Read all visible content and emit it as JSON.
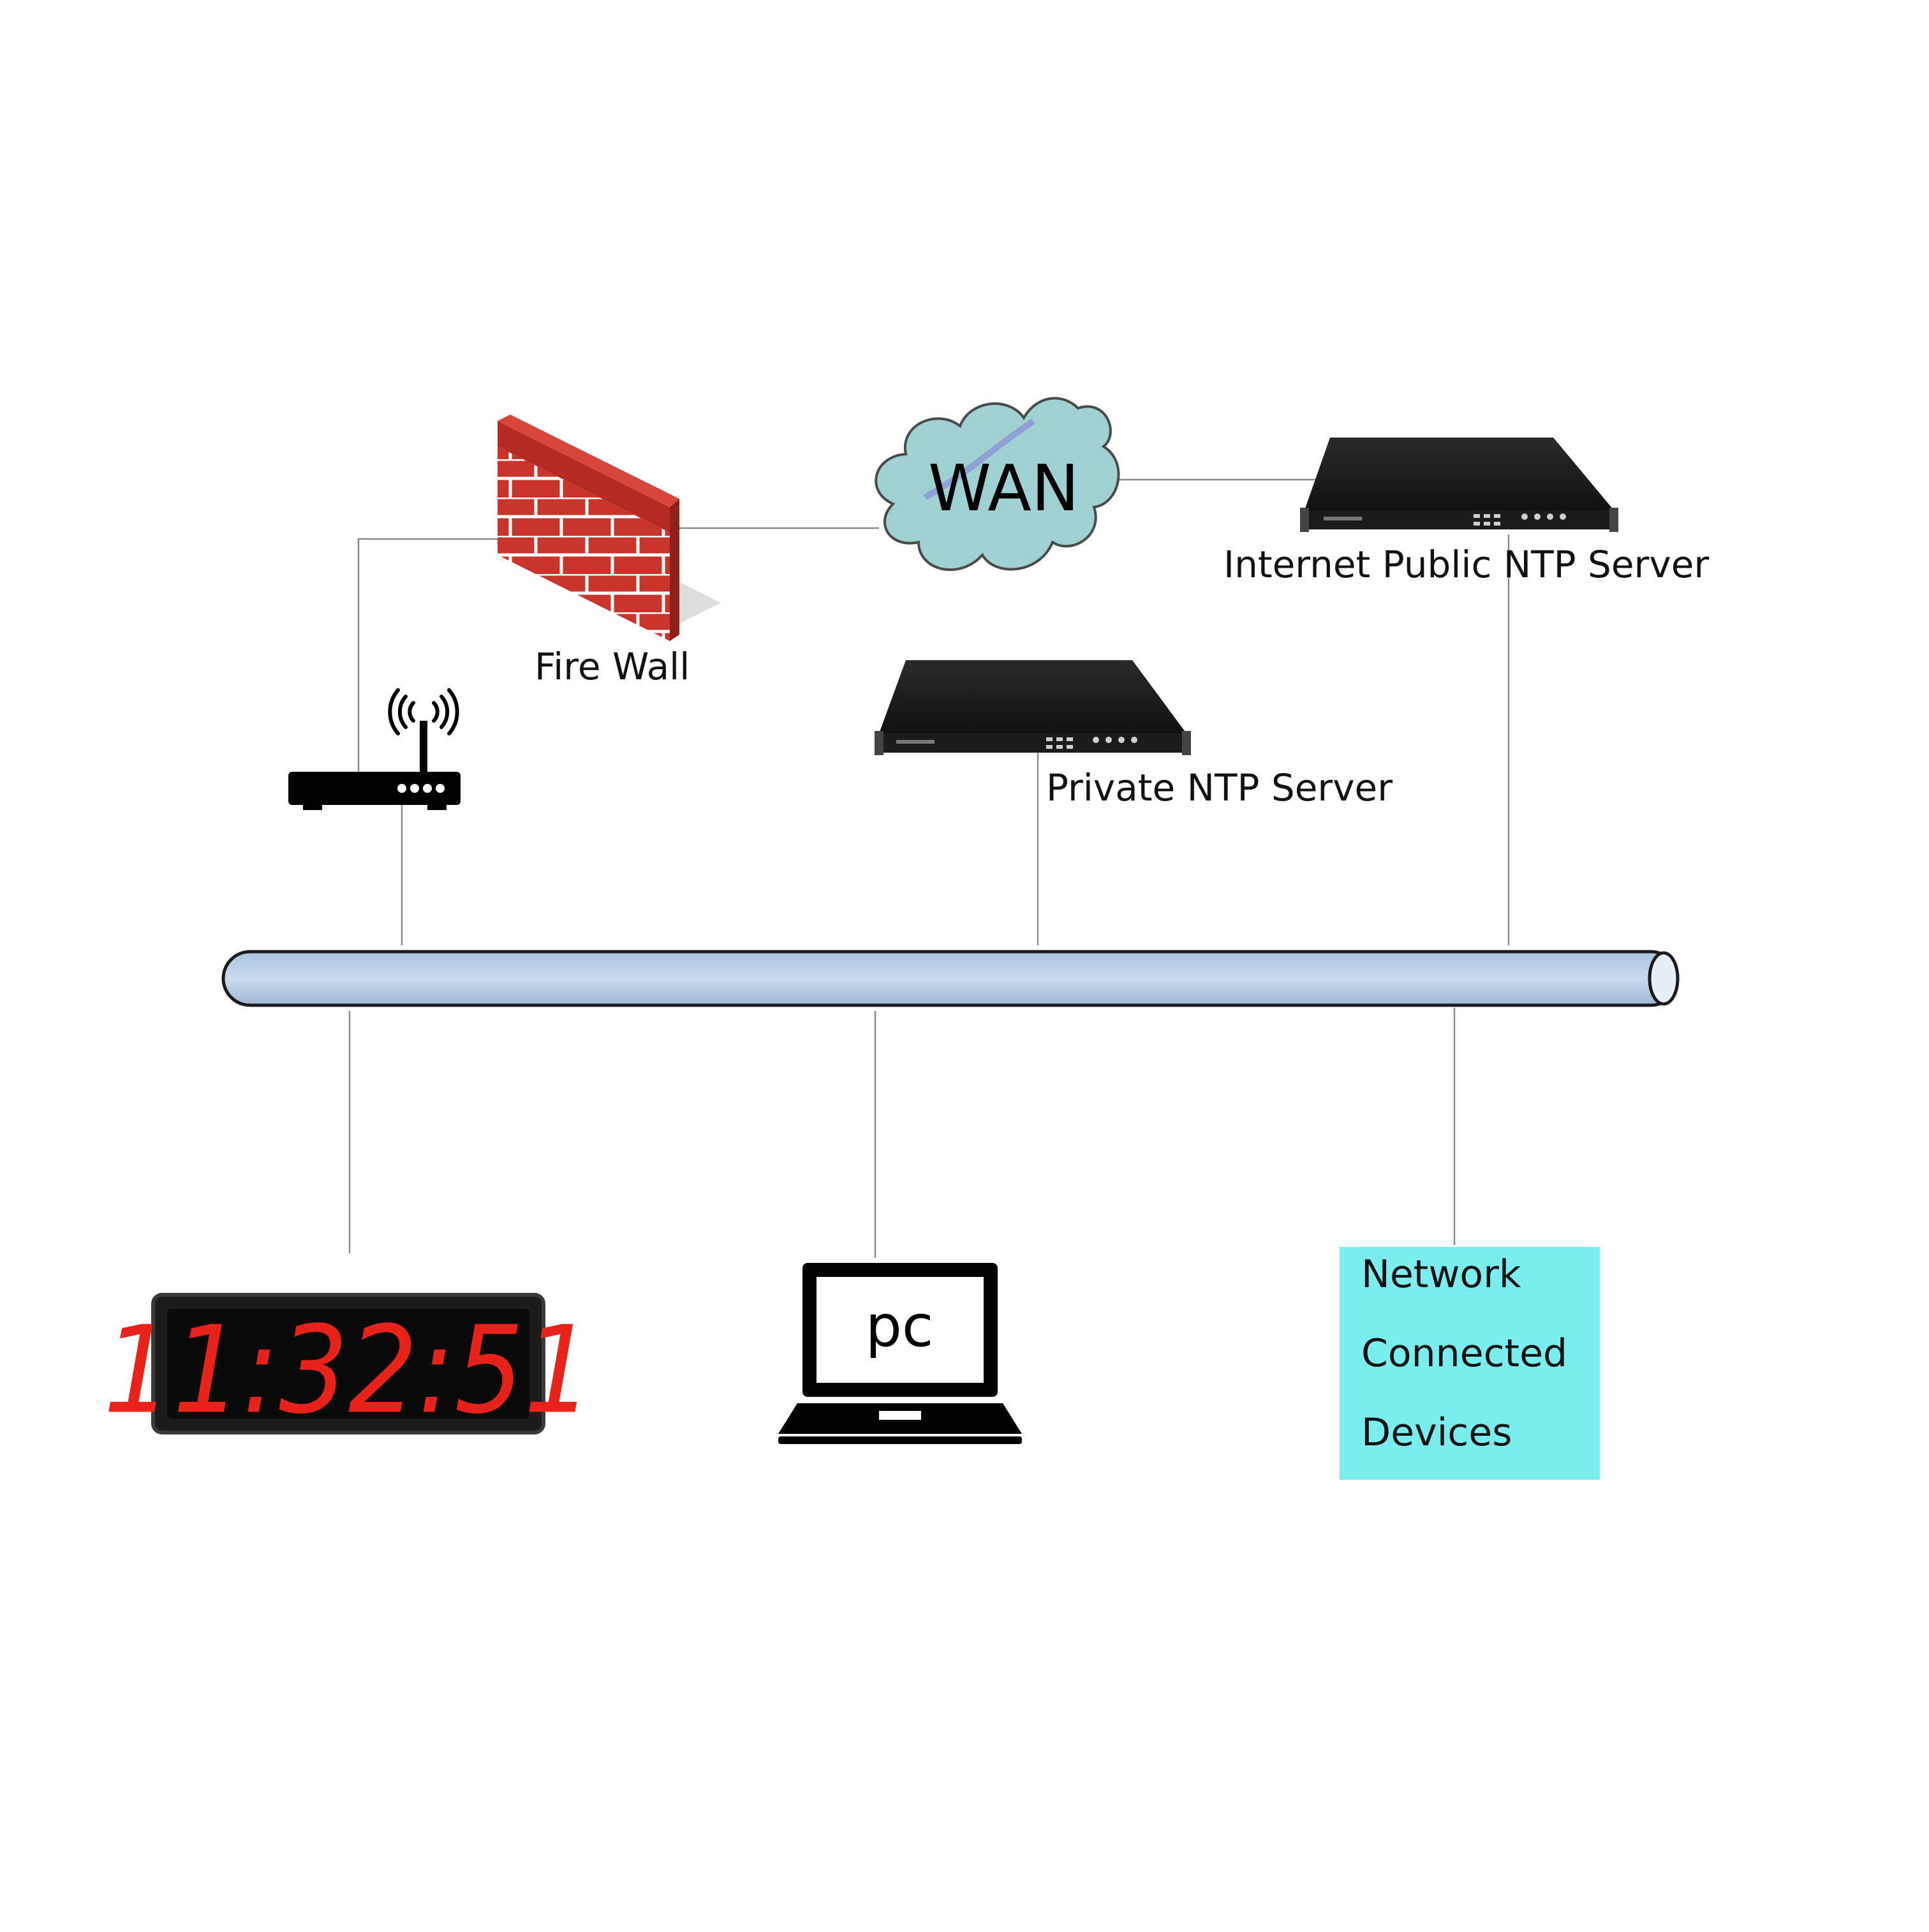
{
  "labels": {
    "wan": "WAN",
    "firewall": "Fire Wall",
    "public_ntp": "Internet Public NTP Server",
    "private_ntp": "Private NTP Server",
    "pc": "pc",
    "clock_time": "11:32:51",
    "devices_line1": "Network",
    "devices_line2": "Connected",
    "devices_line3": "Devices"
  },
  "colors": {
    "cloud_fill": "#9fd0d2",
    "brick": "#c8342b",
    "mortar": "#ffffff",
    "bus_fill": "#b7cde3",
    "devices_box": "#7aeeee",
    "led_red": "#e8231c",
    "server_body": "#1b1b1b"
  },
  "icons": {
    "firewall": "brick-wall-icon",
    "router": "wifi-router-icon",
    "cloud": "cloud-icon",
    "server": "rack-server-icon",
    "clock": "led-clock-icon",
    "laptop": "laptop-icon"
  }
}
